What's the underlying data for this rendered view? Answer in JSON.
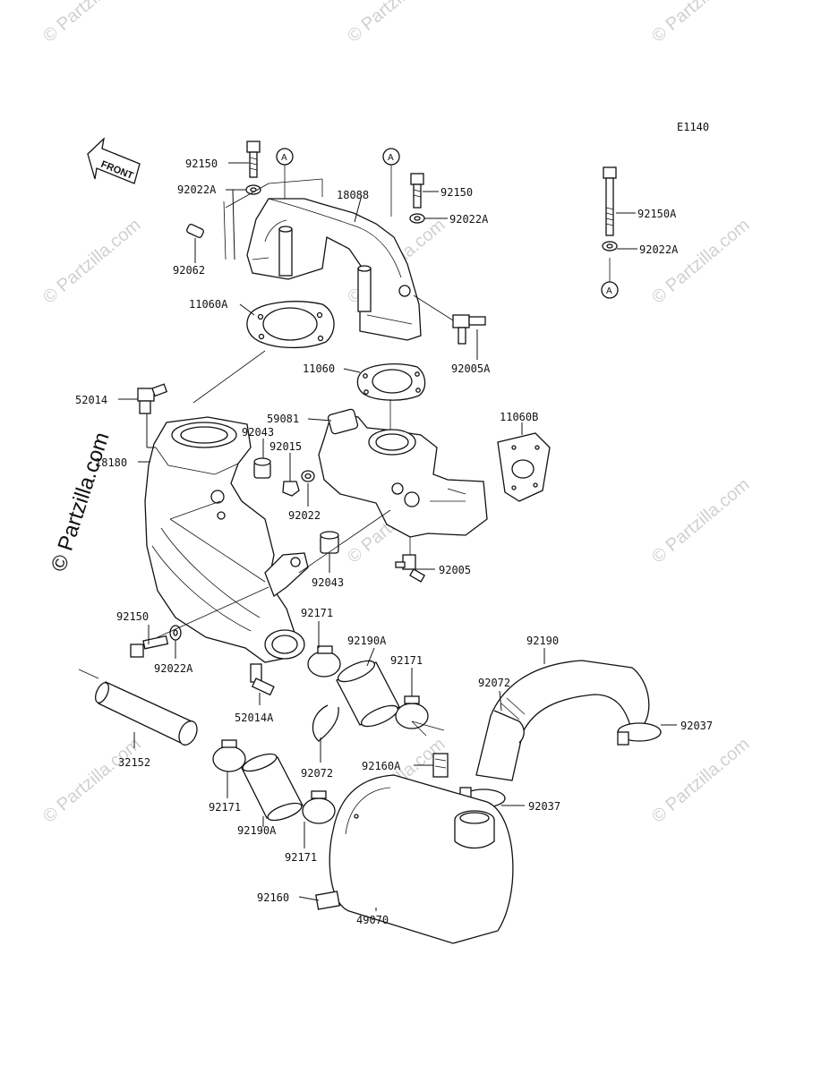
{
  "diagram_code": "E1140",
  "front_label": "FRONT",
  "ref_mark": "A",
  "watermark_side": "© Partzilla.com",
  "watermark_tile": "© Partzilla.com",
  "callouts": {
    "c92150_top": "92150",
    "c92022A_top": "92022A",
    "c92062": "92062",
    "c18088": "18088",
    "c92150_mid": "92150",
    "c92022A_mid": "92022A",
    "c92150A": "92150A",
    "c92022A_right": "92022A",
    "c11060A": "11060A",
    "c92005A": "92005A",
    "c11060": "11060",
    "c52014": "52014",
    "c59081": "59081",
    "c11060B": "11060B",
    "c92043_top": "92043",
    "c92015": "92015",
    "c18180": "18180",
    "c92022_mid": "92022",
    "c92005": "92005",
    "c92043_low": "92043",
    "c92150_low": "92150",
    "c92171_a": "92171",
    "c92190A_a": "92190A",
    "c92190": "92190",
    "c92171_b": "92171",
    "c92022A_low": "92022A",
    "c92072_right": "92072",
    "c92037_right": "92037",
    "c52014A": "52014A",
    "c32152": "32152",
    "c92072_mid": "92072",
    "c92160A": "92160A",
    "c92037_mid": "92037",
    "c92171_c": "92171",
    "c92190A_b": "92190A",
    "c92171_d": "92171",
    "c92160": "92160",
    "c49070": "49070"
  }
}
